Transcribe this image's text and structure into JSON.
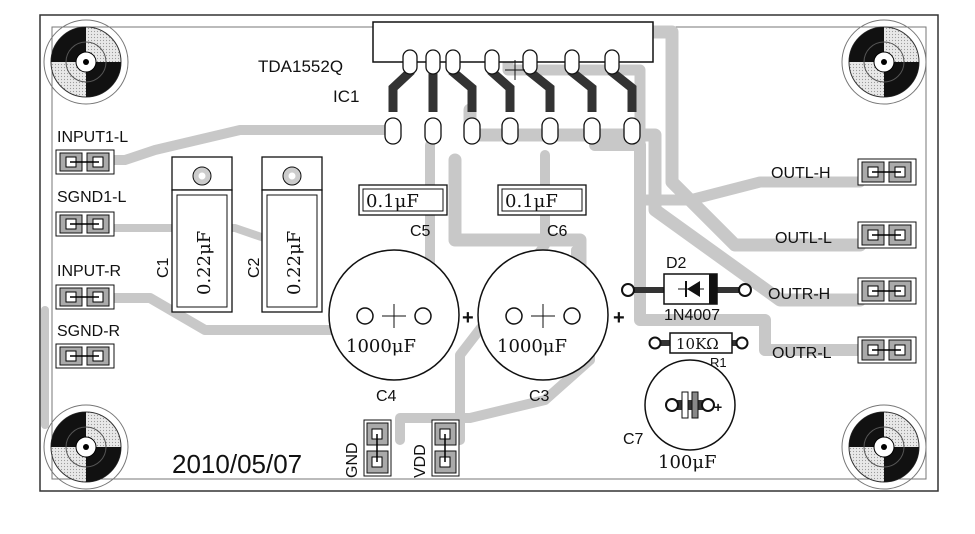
{
  "board": {
    "date": "2010/05/07"
  },
  "ic": {
    "part": "TDA1552Q",
    "ref": "IC1"
  },
  "connectors_left": {
    "input1_l": "INPUT1-L",
    "sgnd1_l": "SGND1-L",
    "input_r": "INPUT-R",
    "sgnd_r": "SGND-R"
  },
  "connectors_right": {
    "outl_h": "OUTL-H",
    "outl_l": "OUTL-L",
    "outr_h": "OUTR-H",
    "outr_l": "OUTR-L"
  },
  "power": {
    "gnd": "GND",
    "vdd": "VDD"
  },
  "caps": {
    "c1_ref": "C1",
    "c1_val": "0.22μF",
    "c2_ref": "C2",
    "c2_val": "0.22μF",
    "c5_ref": "C5",
    "c5_val": "0.1μF",
    "c6_ref": "C6",
    "c6_val": "0.1μF",
    "c4_ref": "C4",
    "c4_val": "1000μF",
    "c3_ref": "C3",
    "c3_val": "1000μF",
    "c7_ref": "C7",
    "c7_val": "100μF"
  },
  "diode": {
    "ref": "D2",
    "part": "1N4007"
  },
  "resistor": {
    "ref": "R1",
    "val": "10KΩ"
  },
  "polarity": {
    "plus": "+"
  },
  "colors": {
    "trace": "#c8c8c8",
    "pin": "#333333",
    "outline": "#222222"
  }
}
